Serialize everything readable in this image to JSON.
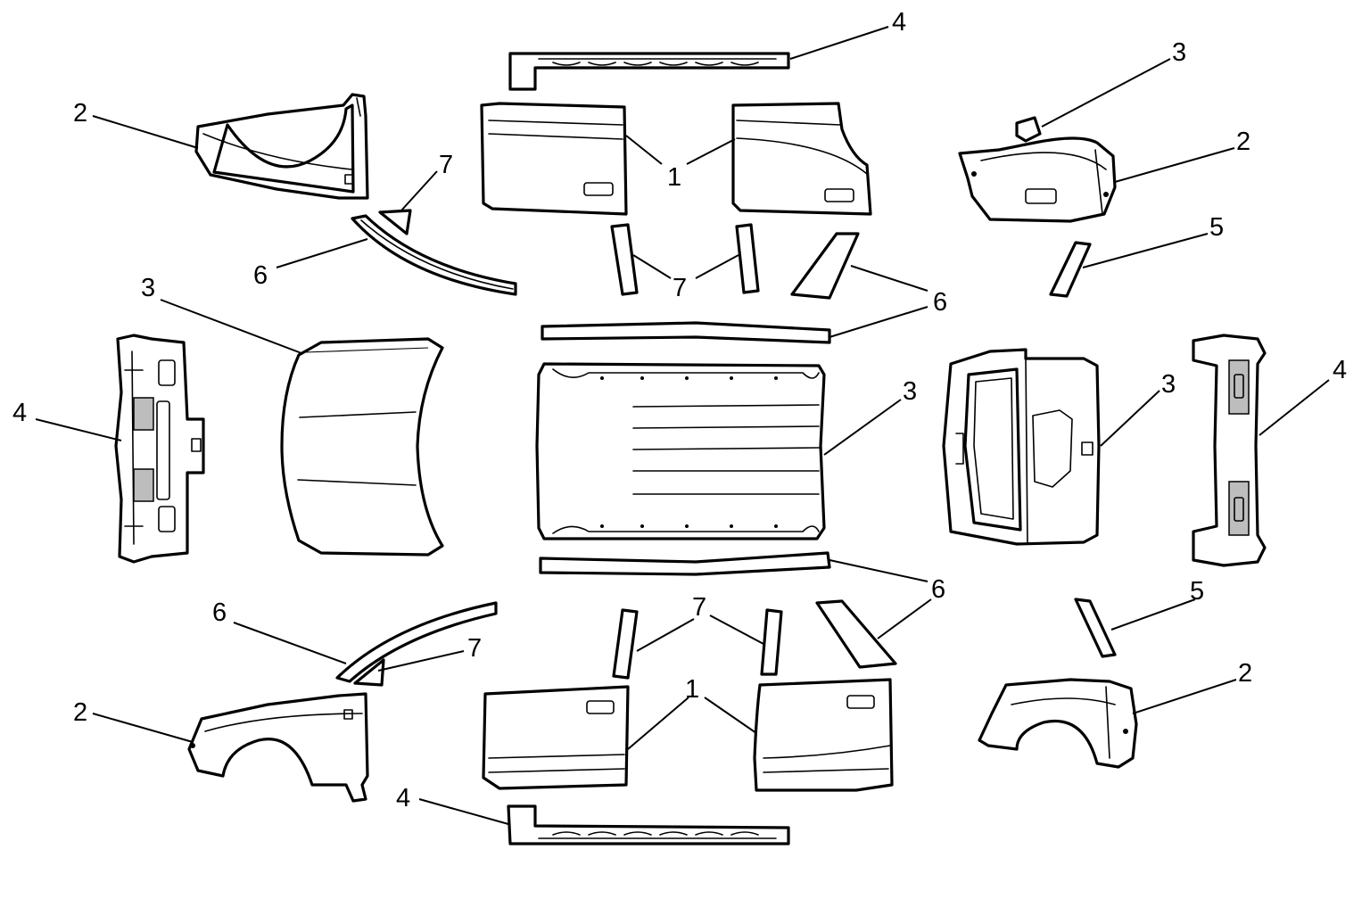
{
  "callouts": {
    "c1": "1",
    "c2": "2",
    "c3": "3",
    "c4": "4",
    "c5": "5",
    "c6": "6",
    "c7": "7"
  },
  "colors": {
    "line": "#000000",
    "background": "#ffffff",
    "hatch": "#bdbdbd"
  }
}
